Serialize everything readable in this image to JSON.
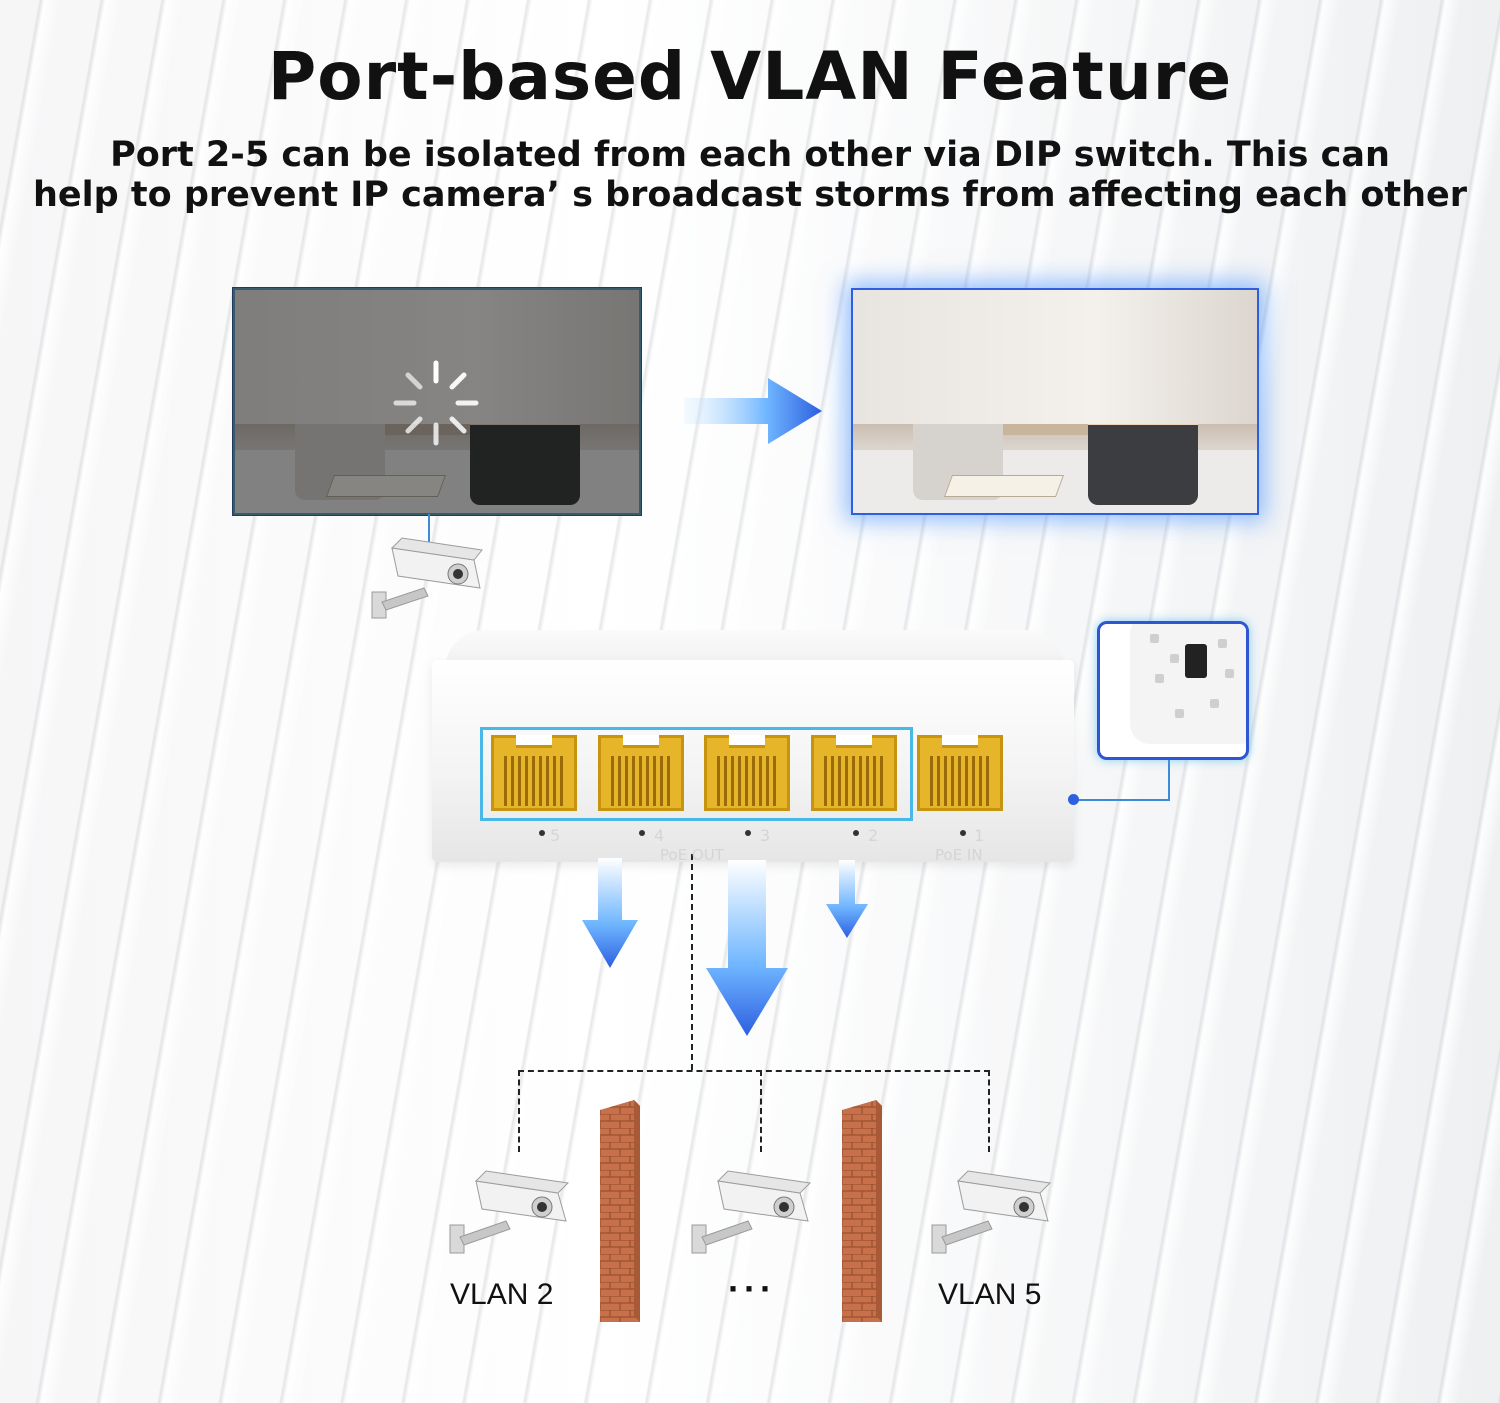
{
  "header": {
    "title": "Port-based VLAN Feature",
    "subtitle_line1": "Port 2-5 can be isolated from each other via DIP switch. This can",
    "subtitle_line2": "help to prevent IP camera’ s broadcast storms from affecting each other"
  },
  "switch": {
    "port_numbers": [
      "5",
      "4",
      "3",
      "2",
      "1"
    ],
    "poe_out_label": "PoE OUT",
    "poe_in_label": "PoE IN"
  },
  "vlans": {
    "left_label": "VLAN 2",
    "middle_label": "···",
    "right_label": "VLAN 5"
  },
  "colors": {
    "accent_blue": "#2d5fe0",
    "highlight_cyan": "#47b8e8",
    "port_yellow": "#e7b52a",
    "brick": "#c7704a"
  }
}
